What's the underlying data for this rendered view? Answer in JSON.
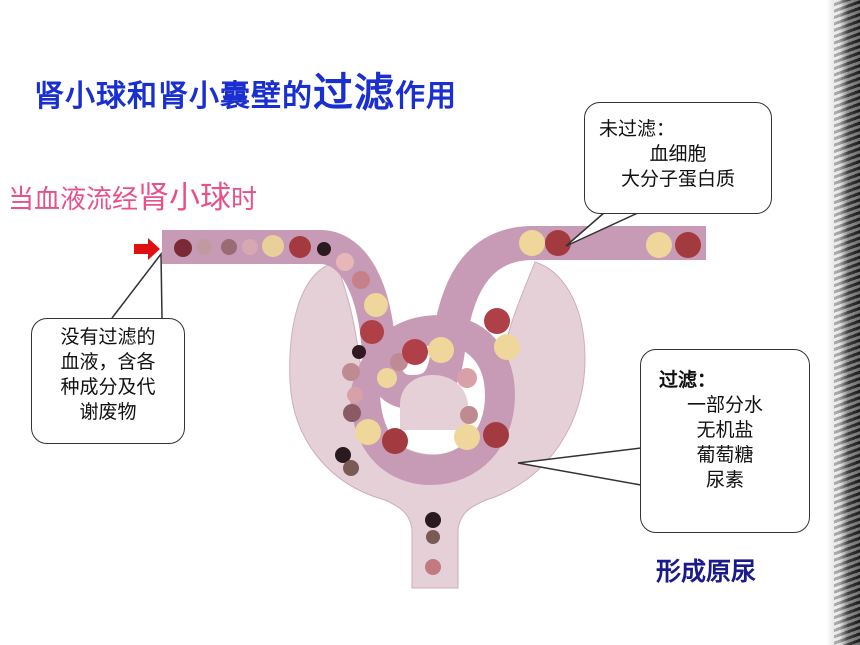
{
  "title": {
    "part1": "肾小球和肾小囊壁的",
    "emphasis": "过滤",
    "part2": "作用"
  },
  "subtitle": {
    "part1": "当血液流经",
    "emphasis": "肾小球",
    "part2": "时"
  },
  "unfiltered": {
    "heading": "未过滤：",
    "items": [
      "血细胞",
      "大分子蛋白质"
    ]
  },
  "blood": {
    "lines": [
      "没有过滤的",
      "血液，含各",
      "种成分及代",
      "谢废物"
    ]
  },
  "filtered": {
    "heading": "过滤：",
    "items": [
      "一部分水",
      "无机盐",
      "葡萄糖",
      "尿素"
    ]
  },
  "result": "形成原尿",
  "colors": {
    "title": "#1a2fd0",
    "subtitle": "#e8508a",
    "capsule": "#e6d0d8",
    "vessel": "#c79bb5",
    "arrow": "#e01010",
    "result": "#1a1a8a"
  }
}
